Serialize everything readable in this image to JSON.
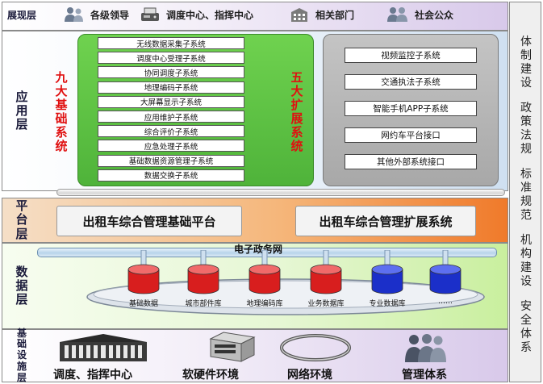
{
  "layers": {
    "presentation": "展现层",
    "application": "应用层",
    "platform": "平台层",
    "data": "数据层",
    "infrastructure": "基础设施层"
  },
  "presentation_items": [
    {
      "label": "各级领导",
      "icon": "people-icon"
    },
    {
      "label": "调度中心、指挥中心",
      "icon": "fax-machine-icon"
    },
    {
      "label": "相关部门",
      "icon": "office-building-icon"
    },
    {
      "label": "社会公众",
      "icon": "people-icon"
    }
  ],
  "basic_systems": {
    "title": "九大基础系统",
    "items": [
      "无线数据采集子系统",
      "调度中心受理子系统",
      "协同调度子系统",
      "地理编码子系统",
      "大屏幕显示子系统",
      "应用维护子系统",
      "综合评价子系统",
      "应急处理子系统",
      "基础数据资源管理子系统",
      "数据交换子系统"
    ]
  },
  "extension_systems": {
    "title": "五大扩展系统",
    "items": [
      "视频监控子系统",
      "交通执法子系统",
      "智能手机APP子系统",
      "网约车平台接口",
      "其他外部系统接口"
    ]
  },
  "platform": {
    "basic": "出租车综合管理基础平台",
    "extension": "出租车综合管理扩展系统"
  },
  "network": "电子政务网",
  "databases": [
    {
      "label": "基础数据",
      "color": "#d81e1e"
    },
    {
      "label": "城市部件库",
      "color": "#d81e1e"
    },
    {
      "label": "地理编码库",
      "color": "#d81e1e"
    },
    {
      "label": "业务数据库",
      "color": "#d81e1e"
    },
    {
      "label": "专业数据库",
      "color": "#1b2fc9"
    },
    {
      "label": "……",
      "color": "#1b2fc9"
    }
  ],
  "infrastructure": [
    {
      "label": "调度、指挥中心",
      "icon": "government-building-icon"
    },
    {
      "label": "软硬件环境",
      "icon": "server-rack-icon"
    },
    {
      "label": "网络环境",
      "icon": "network-ring-icon"
    },
    {
      "label": "管理体系",
      "icon": "people-icon"
    }
  ],
  "side_pillars": [
    "体制建设",
    "政策法规",
    "标准规范",
    "机构建设",
    "安全体系"
  ]
}
